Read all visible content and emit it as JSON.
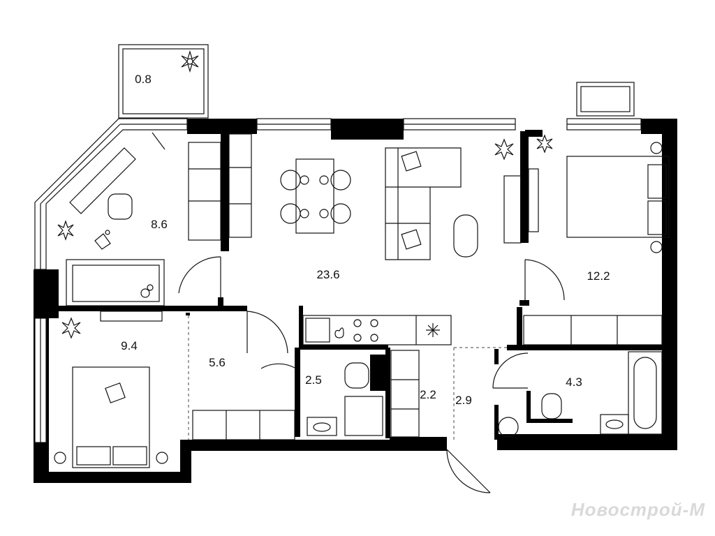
{
  "plan": {
    "rooms": [
      {
        "id": "balcony",
        "area": "0.8"
      },
      {
        "id": "study",
        "area": "8.6"
      },
      {
        "id": "living-kitchen",
        "area": "23.6"
      },
      {
        "id": "bedroom-east",
        "area": "12.2"
      },
      {
        "id": "bedroom-west",
        "area": "9.4"
      },
      {
        "id": "hall-west",
        "area": "5.6"
      },
      {
        "id": "bathroom-small",
        "area": "2.5"
      },
      {
        "id": "corridor",
        "area": "2.2"
      },
      {
        "id": "entrance-hall",
        "area": "2.9"
      },
      {
        "id": "bathroom-east",
        "area": "4.3"
      }
    ]
  },
  "watermark": "Новострой-М",
  "colors": {
    "wall": "#000000",
    "line": "#111111",
    "watermark": "#d9d9d9",
    "background": "#ffffff"
  }
}
